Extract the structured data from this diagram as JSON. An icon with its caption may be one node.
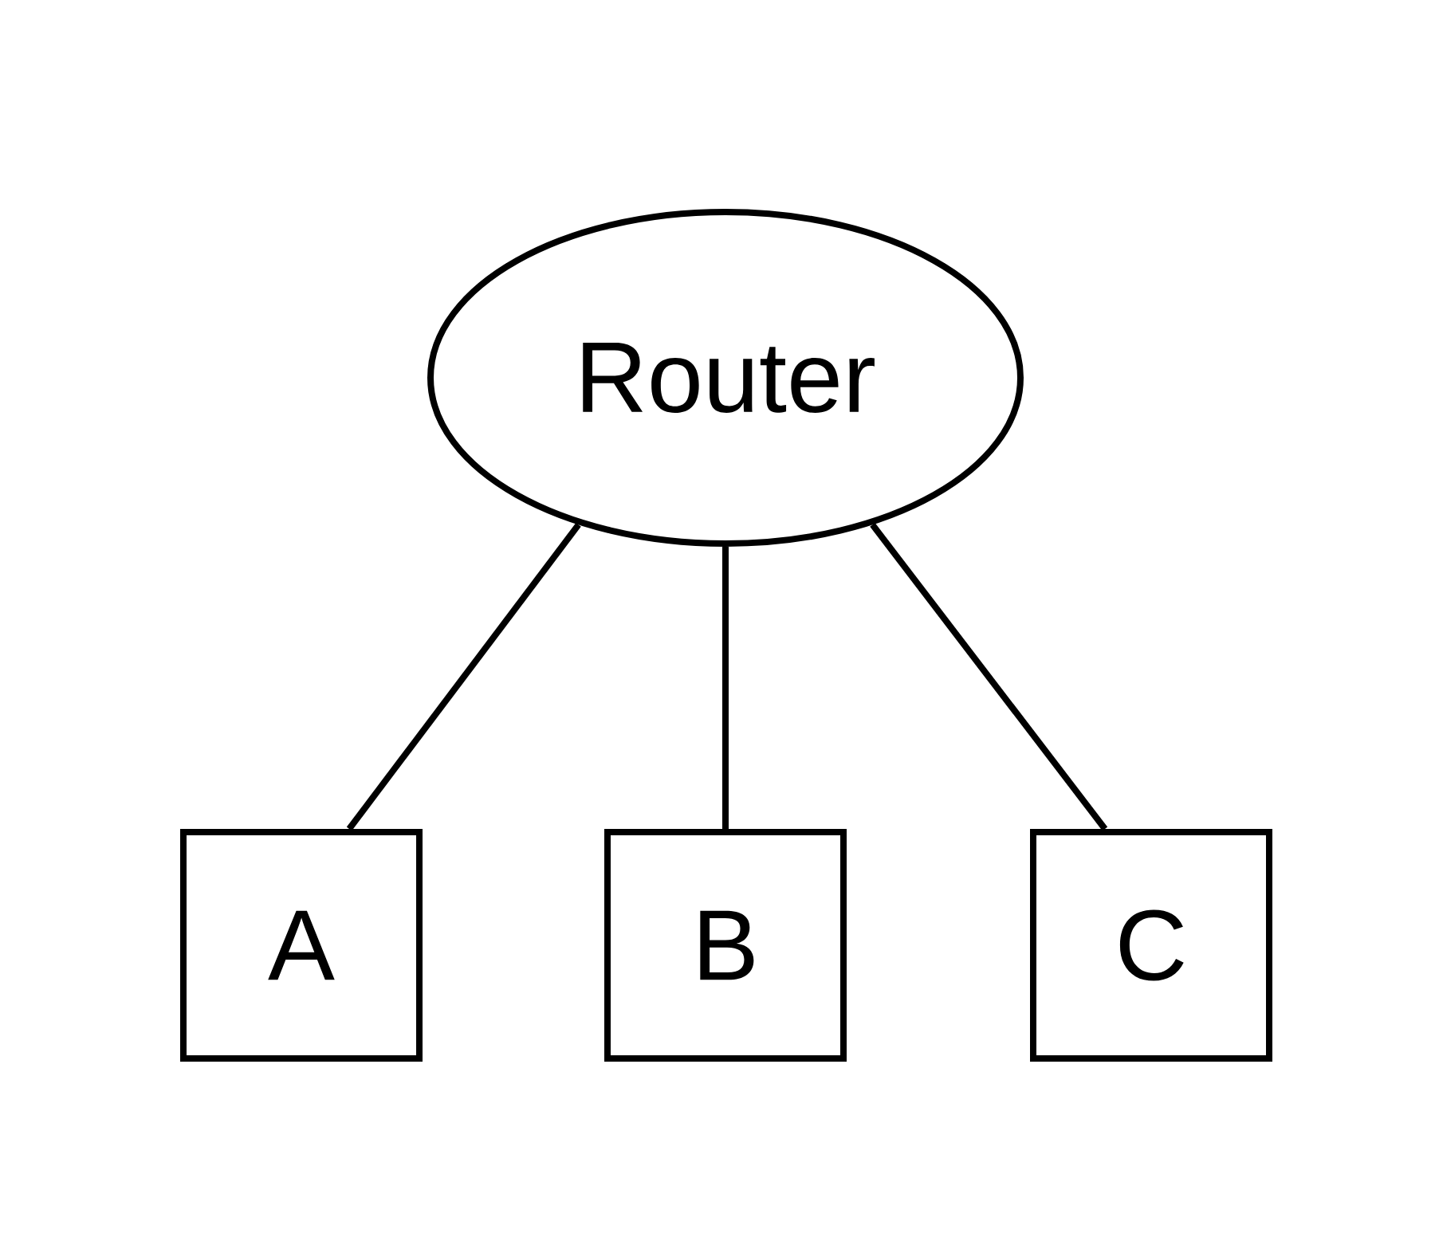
{
  "diagram": {
    "nodes": [
      {
        "text": [
          "Router"
        ]
      },
      {
        "text": [
          "A"
        ]
      },
      {
        "text": [
          "B"
        ]
      },
      {
        "text": [
          "C"
        ]
      }
    ],
    "edges": [
      {
        "from": 0,
        "to": 1,
        "arrow": "none"
      },
      {
        "from": 0,
        "to": 2,
        "arrow": "none"
      },
      {
        "from": 0,
        "to": 3,
        "arrow": "none"
      }
    ]
  }
}
